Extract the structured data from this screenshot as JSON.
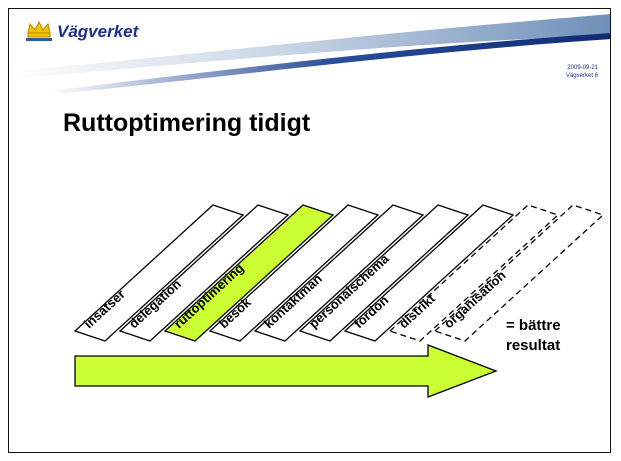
{
  "header": {
    "brand": "Vägverket",
    "date": "2009-09-21",
    "page": "Vägverket   6",
    "logo_icon": "crown-logo-icon"
  },
  "slide": {
    "title": "Ruttoptimering tidigt"
  },
  "steps": [
    {
      "label": "insatser",
      "style": "solid"
    },
    {
      "label": "delegation",
      "style": "solid"
    },
    {
      "label": "ruttoptimering",
      "style": "highlight"
    },
    {
      "label": "besök",
      "style": "solid"
    },
    {
      "label": "kontaktman",
      "style": "solid"
    },
    {
      "label": "personalschema",
      "style": "solid"
    },
    {
      "label": "fordon",
      "style": "solid"
    },
    {
      "label": "distrikt",
      "style": "dashed"
    },
    {
      "label": "organisation",
      "style": "dashed"
    }
  ],
  "result": {
    "line1": "= bättre",
    "line2": "resultat"
  },
  "colors": {
    "highlight": "#ccff33",
    "arrow": "#ccff33",
    "brand_blue": "#1a2f8a"
  }
}
